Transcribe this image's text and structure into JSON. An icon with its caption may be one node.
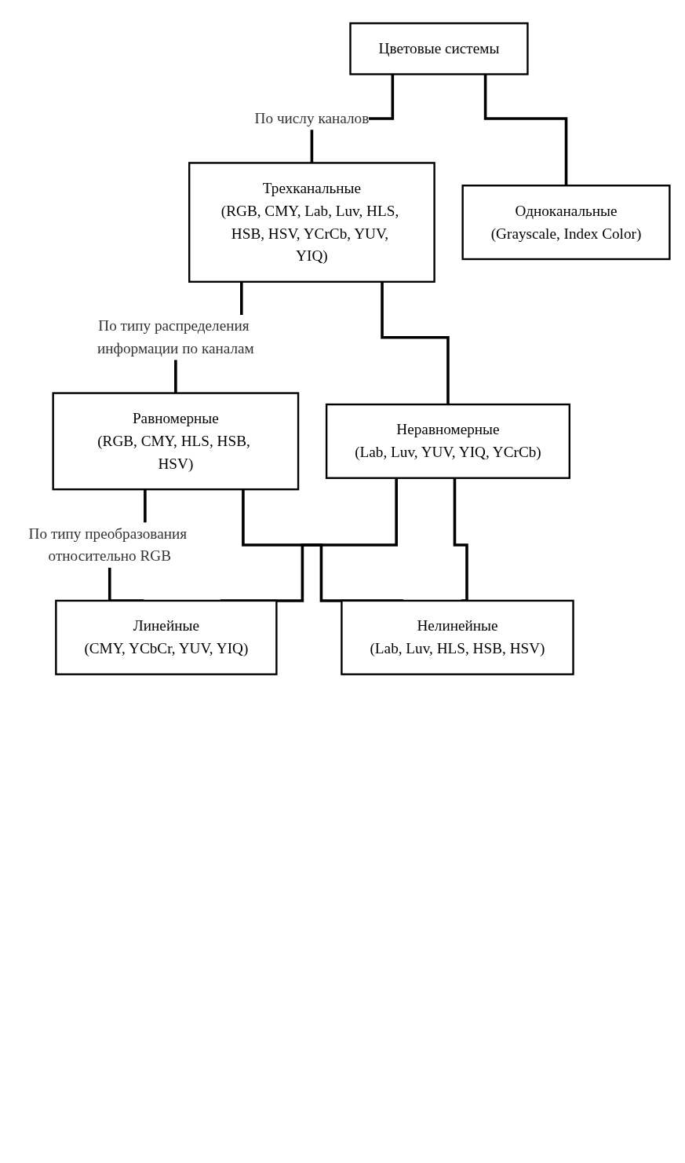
{
  "diagram": {
    "nodes": [
      {
        "text": [
          "Цветовые системы"
        ]
      },
      {
        "text": [
          "Трехканальные",
          "(RGB, CMY, Lab, Luv, HLS, HSB, HSV, YCrCb, YUV, YIQ)"
        ]
      },
      {
        "text": [
          "Одноканальные",
          "(Grayscale, Index Color)"
        ]
      },
      {
        "text": [
          "Равномерные",
          "(RGB, CMY, HLS, HSB, HSV)"
        ]
      },
      {
        "text": [
          "Неравномерные",
          "(Lab, Luv, YUV, YIQ, YCrCb)"
        ]
      },
      {
        "text": [
          "Линейные",
          "(CMY, YCbCr, YUV, YIQ)"
        ]
      },
      {
        "text": [
          "Нелинейные",
          "(Lab, Luv, HLS, HSB, HSV)"
        ]
      }
    ],
    "edges": [
      {
        "from": 0,
        "to": 1,
        "arrow": "none",
        "label": "По числу каналов"
      },
      {
        "from": 0,
        "to": 2,
        "arrow": "none"
      },
      {
        "from": 1,
        "to": 3,
        "arrow": "none",
        "label": "По типу распределения информации по каналам"
      },
      {
        "from": 1,
        "to": 4,
        "arrow": "none"
      },
      {
        "from": 3,
        "to": 5,
        "arrow": "none",
        "label": "По типу преобразования относительно RGB"
      },
      {
        "from": 3,
        "to": 6,
        "arrow": "none"
      },
      {
        "from": 4,
        "to": 5,
        "arrow": "none"
      },
      {
        "from": 4,
        "to": 6,
        "arrow": "none"
      }
    ]
  }
}
